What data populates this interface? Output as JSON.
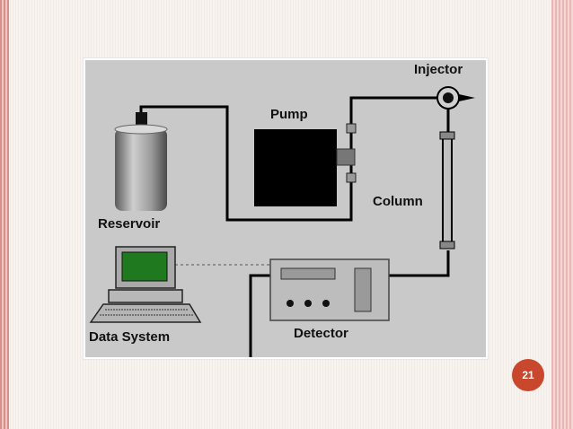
{
  "diagram": {
    "labels": {
      "injector": "Injector",
      "pump": "Pump",
      "column": "Column",
      "reservoir": "Reservoir",
      "data_system": "Data System",
      "detector": "Detector"
    },
    "colors": {
      "background": "#c9c9c9",
      "pump_body": "#000000",
      "monitor_screen": "#1f7a1f",
      "tubing": "#000000"
    }
  },
  "page_number": "21"
}
